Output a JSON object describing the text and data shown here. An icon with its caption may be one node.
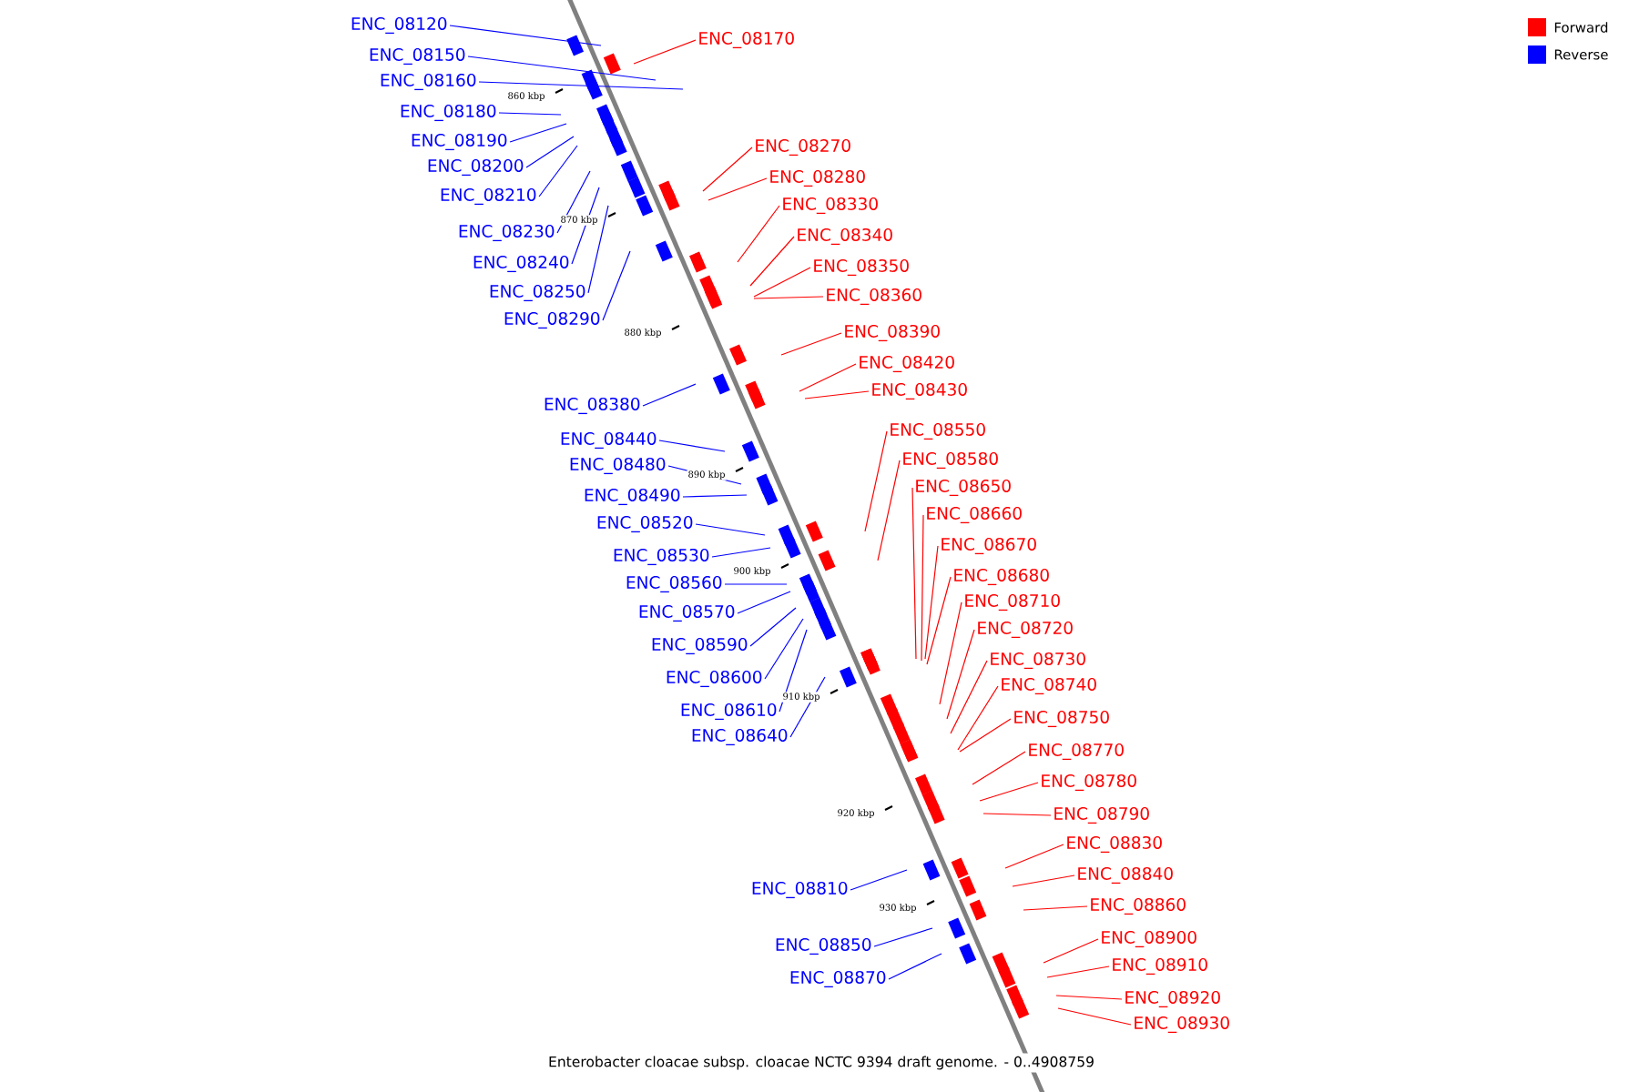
{
  "diagram": {
    "caption": "Enterobacter cloacae subsp. cloacae NCTC 9394 draft genome. - 0..4908759",
    "nodes": [
      {
        "text": [
          "ENC_08120"
        ]
      },
      {
        "text": [
          "ENC_08150"
        ]
      },
      {
        "text": [
          "ENC_08160"
        ]
      },
      {
        "text": [
          "ENC_08180"
        ]
      },
      {
        "text": [
          "ENC_08190"
        ]
      },
      {
        "text": [
          "ENC_08200"
        ]
      },
      {
        "text": [
          "ENC_08210"
        ]
      },
      {
        "text": [
          "ENC_08230"
        ]
      },
      {
        "text": [
          "ENC_08240"
        ]
      },
      {
        "text": [
          "ENC_08250"
        ]
      },
      {
        "text": [
          "ENC_08290"
        ]
      },
      {
        "text": [
          "ENC_08380"
        ]
      },
      {
        "text": [
          "ENC_08440"
        ]
      },
      {
        "text": [
          "ENC_08480"
        ]
      },
      {
        "text": [
          "ENC_08490"
        ]
      },
      {
        "text": [
          "ENC_08520"
        ]
      },
      {
        "text": [
          "ENC_08530"
        ]
      },
      {
        "text": [
          "ENC_08560"
        ]
      },
      {
        "text": [
          "ENC_08570"
        ]
      },
      {
        "text": [
          "ENC_08590"
        ]
      },
      {
        "text": [
          "ENC_08600"
        ]
      },
      {
        "text": [
          "ENC_08610"
        ]
      },
      {
        "text": [
          "ENC_08640"
        ]
      },
      {
        "text": [
          "ENC_08810"
        ]
      },
      {
        "text": [
          "ENC_08850"
        ]
      },
      {
        "text": [
          "ENC_08870"
        ]
      },
      {
        "text": [
          "ENC_08170"
        ]
      },
      {
        "text": [
          "ENC_08270"
        ]
      },
      {
        "text": [
          "ENC_08280"
        ]
      },
      {
        "text": [
          "ENC_08330"
        ]
      },
      {
        "text": [
          "ENC_08340"
        ]
      },
      {
        "text": [
          "ENC_08350"
        ]
      },
      {
        "text": [
          "ENC_08360"
        ]
      },
      {
        "text": [
          "ENC_08390"
        ]
      },
      {
        "text": [
          "ENC_08420"
        ]
      },
      {
        "text": [
          "ENC_08430"
        ]
      },
      {
        "text": [
          "ENC_08550"
        ]
      },
      {
        "text": [
          "ENC_08580"
        ]
      },
      {
        "text": [
          "ENC_08650"
        ]
      },
      {
        "text": [
          "ENC_08660"
        ]
      },
      {
        "text": [
          "ENC_08670"
        ]
      },
      {
        "text": [
          "ENC_08680"
        ]
      },
      {
        "text": [
          "ENC_08710"
        ]
      },
      {
        "text": [
          "ENC_08720"
        ]
      },
      {
        "text": [
          "ENC_08730"
        ]
      },
      {
        "text": [
          "ENC_08740"
        ]
      },
      {
        "text": [
          "ENC_08750"
        ]
      },
      {
        "text": [
          "ENC_08770"
        ]
      },
      {
        "text": [
          "ENC_08780"
        ]
      },
      {
        "text": [
          "ENC_08790"
        ]
      },
      {
        "text": [
          "ENC_08830"
        ]
      },
      {
        "text": [
          "ENC_08840"
        ]
      },
      {
        "text": [
          "ENC_08860"
        ]
      },
      {
        "text": [
          "ENC_08900"
        ]
      },
      {
        "text": [
          "ENC_08910"
        ]
      },
      {
        "text": [
          "ENC_08920"
        ]
      },
      {
        "text": [
          "ENC_08930"
        ]
      }
    ],
    "edges": [
      {
        "from": 0,
        "to": null,
        "arrow": "none",
        "color": "#0000ff"
      },
      {
        "from": 1,
        "to": null,
        "arrow": "none",
        "color": "#0000ff"
      },
      {
        "from": 2,
        "to": null,
        "arrow": "none",
        "color": "#0000ff"
      },
      {
        "from": 3,
        "to": null,
        "arrow": "none",
        "color": "#0000ff"
      },
      {
        "from": 4,
        "to": null,
        "arrow": "none",
        "color": "#0000ff"
      },
      {
        "from": 5,
        "to": null,
        "arrow": "none",
        "color": "#0000ff"
      },
      {
        "from": 6,
        "to": null,
        "arrow": "none",
        "color": "#0000ff"
      },
      {
        "from": 7,
        "to": null,
        "arrow": "none",
        "color": "#0000ff"
      },
      {
        "from": 8,
        "to": null,
        "arrow": "none",
        "color": "#0000ff"
      },
      {
        "from": 9,
        "to": null,
        "arrow": "none",
        "color": "#0000ff"
      },
      {
        "from": 10,
        "to": null,
        "arrow": "none",
        "color": "#0000ff"
      },
      {
        "from": 11,
        "to": null,
        "arrow": "none",
        "color": "#0000ff"
      },
      {
        "from": 12,
        "to": null,
        "arrow": "none",
        "color": "#0000ff"
      },
      {
        "from": 13,
        "to": null,
        "arrow": "none",
        "color": "#0000ff"
      },
      {
        "from": 14,
        "to": null,
        "arrow": "none",
        "color": "#0000ff"
      },
      {
        "from": 15,
        "to": null,
        "arrow": "none",
        "color": "#0000ff"
      },
      {
        "from": 16,
        "to": null,
        "arrow": "none",
        "color": "#0000ff"
      },
      {
        "from": 17,
        "to": null,
        "arrow": "none",
        "color": "#0000ff"
      },
      {
        "from": 18,
        "to": null,
        "arrow": "none",
        "color": "#0000ff"
      },
      {
        "from": 19,
        "to": null,
        "arrow": "none",
        "color": "#0000ff"
      },
      {
        "from": 20,
        "to": null,
        "arrow": "none",
        "color": "#0000ff"
      },
      {
        "from": 21,
        "to": null,
        "arrow": "none",
        "color": "#0000ff"
      },
      {
        "from": 22,
        "to": null,
        "arrow": "none",
        "color": "#0000ff"
      },
      {
        "from": 23,
        "to": null,
        "arrow": "none",
        "color": "#0000ff"
      },
      {
        "from": 24,
        "to": null,
        "arrow": "none",
        "color": "#0000ff"
      },
      {
        "from": 25,
        "to": null,
        "arrow": "none",
        "color": "#0000ff"
      },
      {
        "from": 26,
        "to": null,
        "arrow": "none"
      },
      {
        "from": 27,
        "to": null,
        "arrow": "none"
      },
      {
        "from": 28,
        "to": null,
        "arrow": "none"
      },
      {
        "from": 29,
        "to": null,
        "arrow": "none"
      },
      {
        "from": 30,
        "to": null,
        "arrow": "none"
      },
      {
        "from": 31,
        "to": null,
        "arrow": "none"
      },
      {
        "from": 32,
        "to": null,
        "arrow": "none"
      },
      {
        "from": 33,
        "to": null,
        "arrow": "none"
      },
      {
        "from": 34,
        "to": null,
        "arrow": "none"
      },
      {
        "from": 35,
        "to": null,
        "arrow": "none"
      },
      {
        "from": 36,
        "to": null,
        "arrow": "none"
      },
      {
        "from": 37,
        "to": null,
        "arrow": "none"
      },
      {
        "from": 38,
        "to": null,
        "arrow": "none"
      },
      {
        "from": 39,
        "to": null,
        "arrow": "none"
      },
      {
        "from": 40,
        "to": null,
        "arrow": "none"
      },
      {
        "from": 41,
        "to": null,
        "arrow": "none"
      },
      {
        "from": 42,
        "to": null,
        "arrow": "none"
      },
      {
        "from": 43,
        "to": null,
        "arrow": "none"
      },
      {
        "from": 44,
        "to": null,
        "arrow": "none"
      },
      {
        "from": 45,
        "to": null,
        "arrow": "none"
      },
      {
        "from": 46,
        "to": null,
        "arrow": "none"
      },
      {
        "from": 47,
        "to": null,
        "arrow": "none"
      },
      {
        "from": 48,
        "to": null,
        "arrow": "none"
      },
      {
        "from": 49,
        "to": null,
        "arrow": "none"
      },
      {
        "from": 50,
        "to": null,
        "arrow": "none"
      },
      {
        "from": 51,
        "to": null,
        "arrow": "none"
      },
      {
        "from": 52,
        "to": null,
        "arrow": "none"
      },
      {
        "from": 53,
        "to": null,
        "arrow": "none"
      },
      {
        "from": 54,
        "to": null,
        "arrow": "none"
      },
      {
        "from": 55,
        "to": null,
        "arrow": "none"
      },
      {
        "from": 56,
        "to": null,
        "arrow": "none"
      }
    ],
    "labels": [
      "860 kbp",
      "870 kbp",
      "880 kbp",
      "890 kbp",
      "900 kbp",
      "910 kbp",
      "920 kbp",
      "930 kbp"
    ],
    "legend": [
      {
        "text": "Forward",
        "color": "#ff0000"
      },
      {
        "text": "Reverse",
        "color": "#0000ff"
      }
    ]
  }
}
